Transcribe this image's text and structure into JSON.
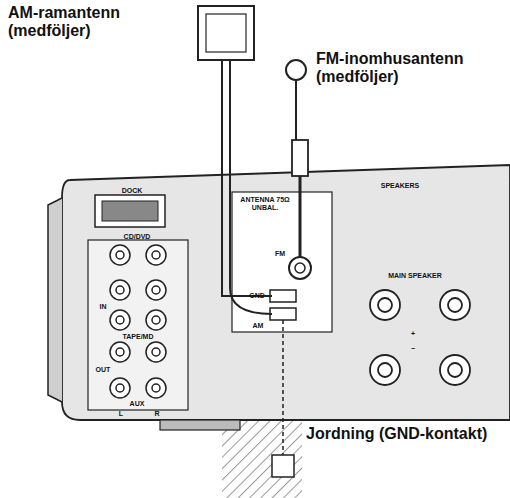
{
  "diagram": {
    "labels": [
      "AM-ramantenn (medföljer)",
      "FM-inomhusantenn (medföljer)",
      "Jordning (GND-kontakt)",
      "DOCK",
      "ANTENNA 75Ω UNBAL.",
      "SPEAKERS",
      "MAIN SPEAKER",
      "FM",
      "GND",
      "AM",
      "CD/DVD",
      "IN",
      "TAPE/MD",
      "OUT",
      "AUX",
      "L",
      "R",
      "+",
      "−"
    ]
  }
}
